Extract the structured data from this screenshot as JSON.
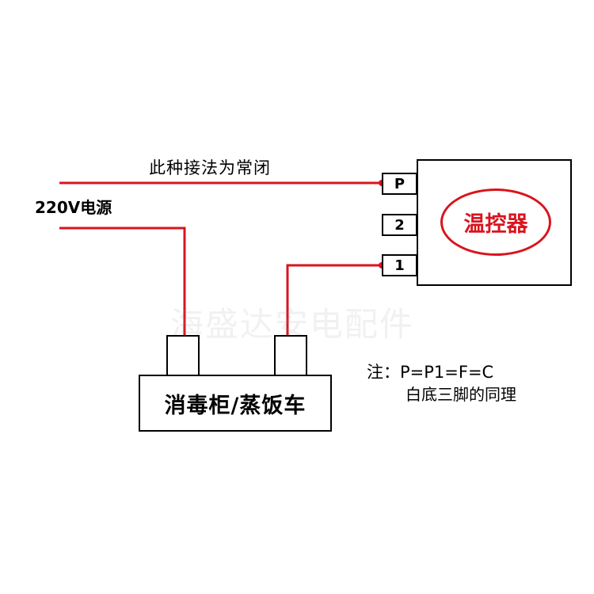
{
  "labels": {
    "wiring_note": "此种接法为常闭",
    "power_source": "220V电源",
    "controller": "温控器",
    "device": "消毒柜/蒸饭车",
    "watermark": "海盛达安电配件",
    "note_line1": "注：P=P1=F=C",
    "note_line2": "白底三脚的同理"
  },
  "pins": {
    "p": "P",
    "two": "2",
    "one": "1"
  },
  "colors": {
    "wire": "#d9141e",
    "outline": "#000000",
    "controller_text": "#d9141e"
  }
}
